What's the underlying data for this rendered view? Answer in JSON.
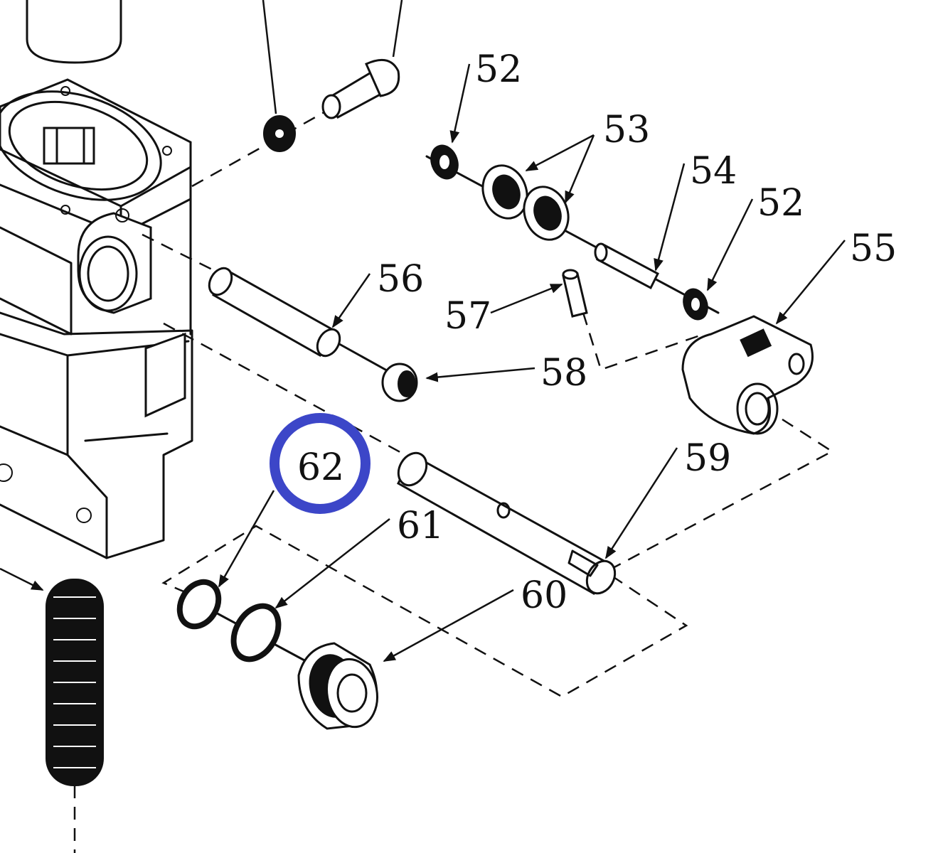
{
  "callouts": {
    "c52a": "52",
    "c53": "53",
    "c54": "54",
    "c52b": "52",
    "c55": "55",
    "c56": "56",
    "c57": "57",
    "c58": "58",
    "c59": "59",
    "c62": "62",
    "c61": "61",
    "c60": "60"
  },
  "highlight": {
    "target": "62",
    "color": "#3c46c8"
  }
}
